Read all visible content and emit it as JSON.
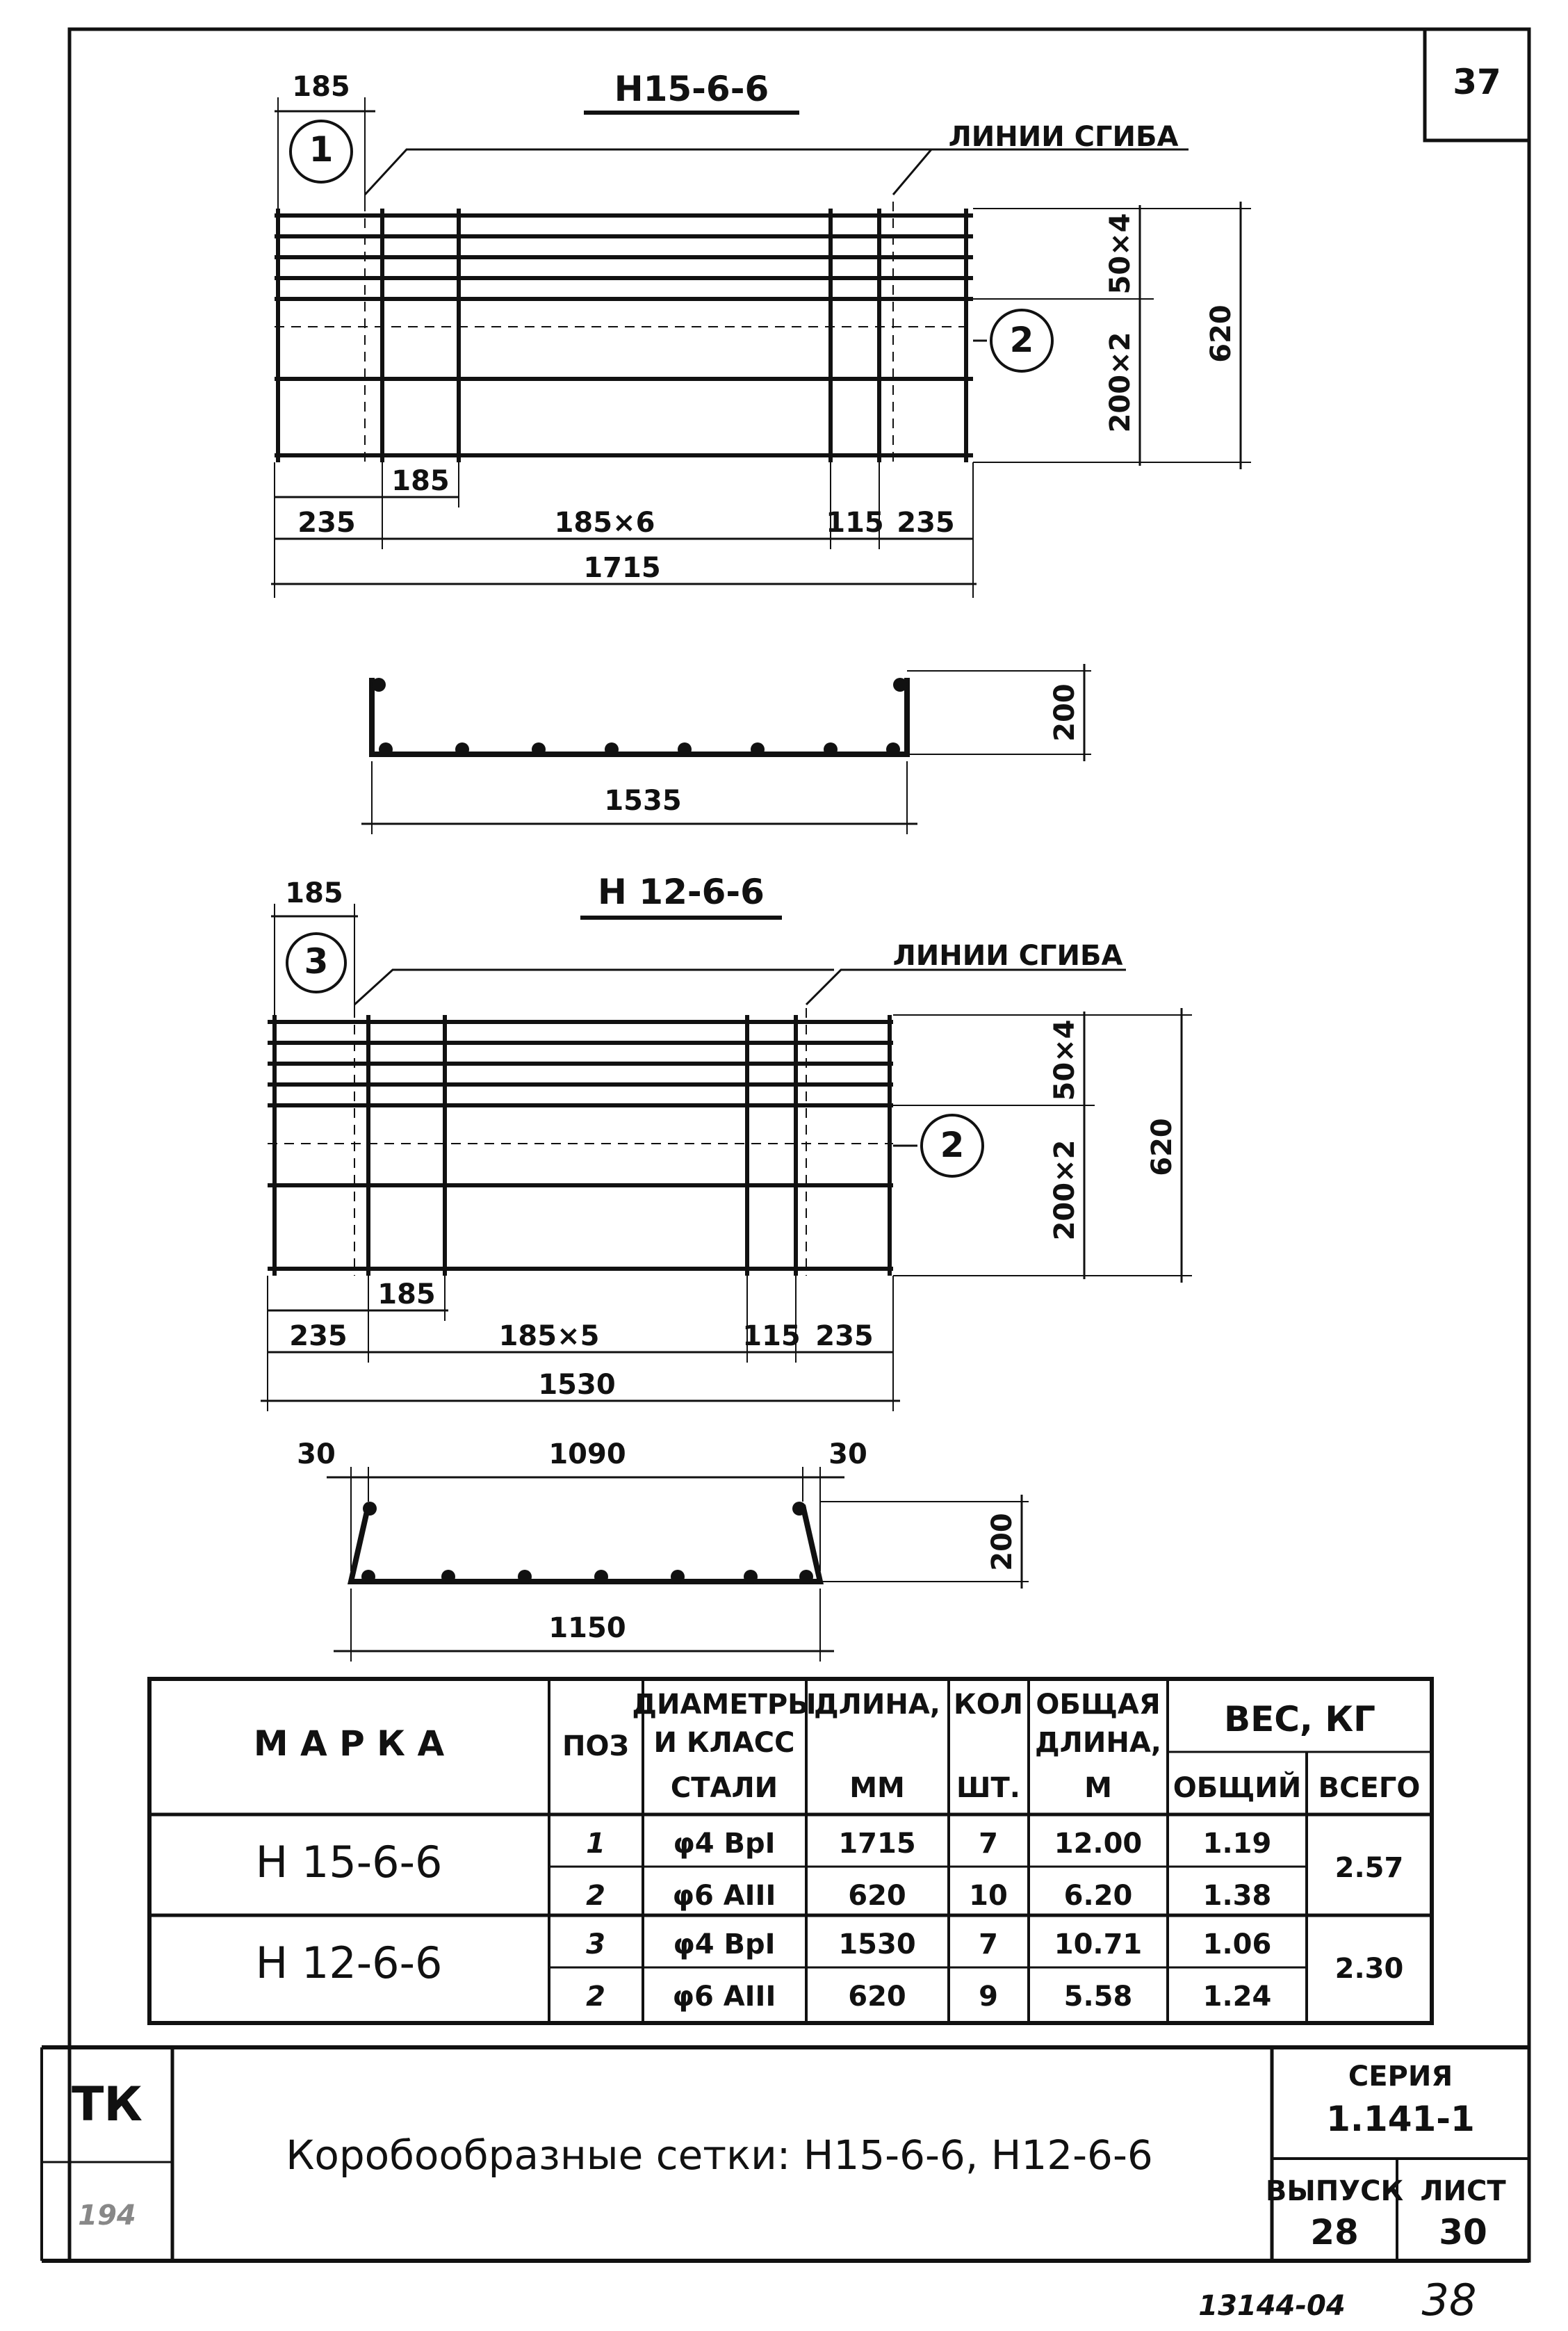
{
  "page_number": "37",
  "drawing1": {
    "title": "Н15-6-6",
    "bend_label": "ЛИНИИ СГИБА",
    "callouts": [
      "1",
      "2"
    ],
    "dims": {
      "top": "185",
      "second": "185",
      "bottom": [
        "235",
        "185×6",
        "115",
        "235"
      ],
      "total": "1715",
      "right_a": "50×4",
      "right_b": "200×2",
      "right_total": "620"
    },
    "section": {
      "width": "1535",
      "height": "200"
    }
  },
  "drawing2": {
    "title": "Н 12-6-6",
    "bend_label": "ЛИНИИ СГИБА",
    "callouts": [
      "3",
      "2"
    ],
    "dims": {
      "top": "185",
      "second": "185",
      "bottom": [
        "235",
        "185×5",
        "115",
        "235"
      ],
      "total": "1530",
      "right_a": "50×4",
      "right_b": "200×2",
      "right_total": "620"
    },
    "section": {
      "left": "30",
      "inner": "1090",
      "right": "30",
      "width": "1150",
      "height": "200"
    }
  },
  "table": {
    "headers": {
      "marka": "М А Р К А",
      "poz": "ПОЗ",
      "diam_1": "ДИАМЕТРЫ",
      "diam_2": "И КЛАСС",
      "diam_3": "СТАЛИ",
      "length_1": "ДЛИНА,",
      "length_2": "ММ",
      "qty_1": "КОЛ",
      "qty_2": "ШТ.",
      "total_len_1": "ОБЩАЯ",
      "total_len_2": "ДЛИНА,",
      "total_len_3": "М",
      "weight": "ВЕС, КГ",
      "weight_total": "ОБЩИЙ",
      "weight_all": "ВСЕГО"
    },
    "rows": [
      {
        "marka": "Н 15-6-6",
        "poz": "1",
        "steel": "φ4 ВрI",
        "length": "1715",
        "qty": "7",
        "total_len": "12.00",
        "weight": "1.19",
        "all": "2.57"
      },
      {
        "marka": "",
        "poz": "2",
        "steel": "φ6 АIII",
        "length": "620",
        "qty": "10",
        "total_len": "6.20",
        "weight": "1.38",
        "all": ""
      },
      {
        "marka": "Н 12-6-6",
        "poz": "3",
        "steel": "φ4 ВрI",
        "length": "1530",
        "qty": "7",
        "total_len": "10.71",
        "weight": "1.06",
        "all": "2.30"
      },
      {
        "marka": "",
        "poz": "2",
        "steel": "φ6 АIII",
        "length": "620",
        "qty": "9",
        "total_len": "5.58",
        "weight": "1.24",
        "all": ""
      }
    ]
  },
  "title_block": {
    "tk": "ТК",
    "tk_sub": "194",
    "title": "Коробообразные сетки: Н15-6-6, Н12-6-6",
    "series_label": "СЕРИЯ",
    "series_value": "1.141-1",
    "issue_label": "ВЫПУСК",
    "issue_value": "28",
    "sheet_label": "ЛИСТ",
    "sheet_value": "30"
  },
  "footer": {
    "code": "13144-04",
    "number": "38"
  }
}
